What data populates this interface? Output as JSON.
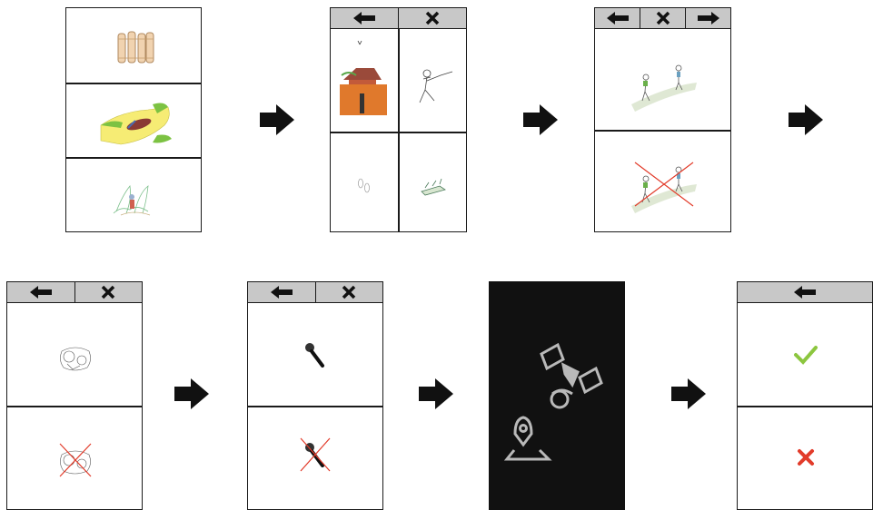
{
  "colors": {
    "toolbar_bg": "#c8c8c8",
    "frame": "#1a1a1a",
    "dark_screen": "#111111",
    "check_green": "#8cc63f",
    "cross_red": "#e23b2a",
    "icon_grey": "#b9b9b9"
  },
  "icons": {
    "toolbar_back": "arrow-left-icon",
    "toolbar_close": "close-icon",
    "toolbar_forward": "arrow-right-icon",
    "flow": "flow-arrow-icon",
    "satellite": "satellite-icon",
    "location": "map-pin-icon",
    "confirm": "checkmark-icon",
    "reject": "cross-icon",
    "microphone": "microphone-icon"
  },
  "screens": [
    {
      "id": "category-menu",
      "panels": [
        "logs",
        "crocodile-river",
        "forest-animal"
      ]
    },
    {
      "id": "activity-grid",
      "toolbar": [
        "back",
        "close"
      ],
      "panels": [
        "farm-house",
        "hunter-with-gun",
        "footprints",
        "traps"
      ]
    },
    {
      "id": "yes-no-hunting",
      "toolbar": [
        "back",
        "close",
        "forward"
      ],
      "panels": [
        "hunters-yes",
        "hunters-no"
      ]
    },
    {
      "id": "yes-no-traps",
      "toolbar": [
        "back",
        "close"
      ],
      "panels": [
        "traps-yes",
        "traps-no"
      ]
    },
    {
      "id": "record-audio",
      "toolbar": [
        "back",
        "close"
      ],
      "panels": [
        "microphone-yes",
        "microphone-no"
      ]
    },
    {
      "id": "gps-acquire",
      "panels": [
        "satellite",
        "location-pin"
      ]
    },
    {
      "id": "confirm-submit",
      "toolbar": [
        "back"
      ],
      "panels": [
        "confirm",
        "reject"
      ]
    }
  ]
}
